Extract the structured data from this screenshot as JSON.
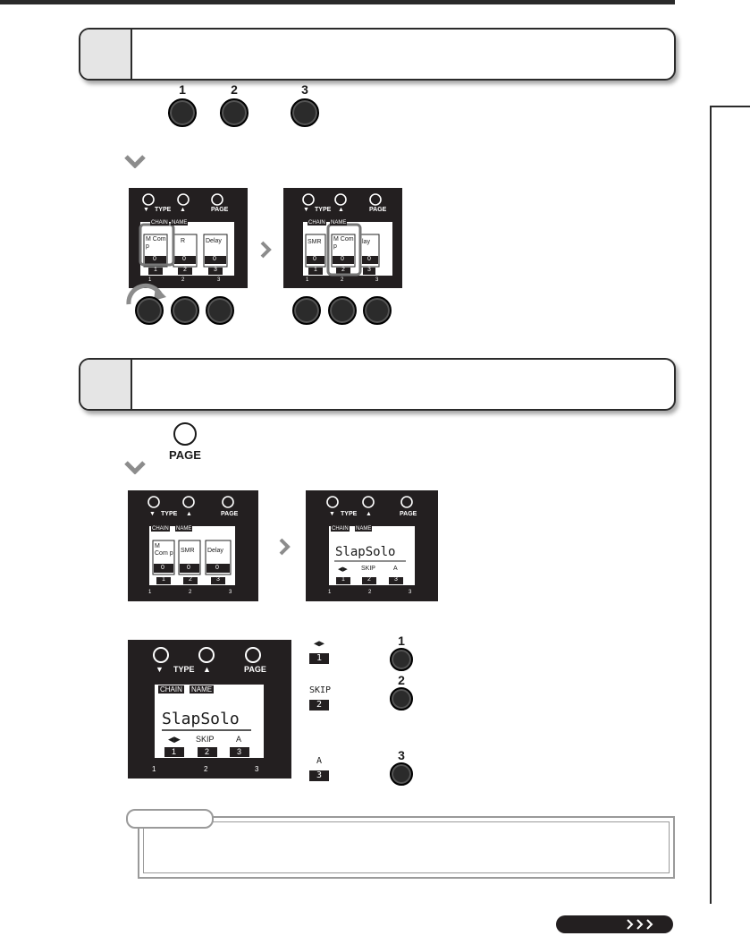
{
  "step1": {
    "knob_labels": [
      "1",
      "2",
      "3"
    ]
  },
  "display_small": {
    "labels": {
      "down": "▼",
      "type": "TYPE",
      "up": "▲",
      "page": "PAGE"
    },
    "tabs": {
      "chain": "CHAIN",
      "name": "NAME"
    },
    "foot_numbers": [
      "1",
      "2",
      "3"
    ]
  },
  "screen_a": {
    "effects": [
      "M Com p",
      "R",
      "Delay"
    ],
    "values": [
      "0",
      "0",
      "0"
    ],
    "slots": [
      "1",
      "2",
      "3"
    ]
  },
  "screen_b": {
    "effects": [
      "SMR",
      "M Com p",
      "lay"
    ],
    "values": [
      "0",
      "0",
      "0"
    ],
    "slots": [
      "1",
      "2",
      "3"
    ]
  },
  "step2": {
    "page_label": "PAGE"
  },
  "screen_c": {
    "effects": [
      "M Com p",
      "SMR",
      "Delay"
    ],
    "values": [
      "0",
      "0",
      "0"
    ],
    "slots": [
      "1",
      "2",
      "3"
    ]
  },
  "screen_d": {
    "patch_name": "SlapSolo",
    "functions": [
      "◀▶",
      "SKIP",
      "A"
    ],
    "slots": [
      "1",
      "2",
      "3"
    ]
  },
  "legend": {
    "rows": [
      {
        "icon_text": "◀▶",
        "block": "1",
        "knob": "1"
      },
      {
        "icon_text": "SKIP",
        "block": "2",
        "knob": "2"
      },
      {
        "icon_text": "A",
        "block": "3",
        "knob": "3"
      }
    ]
  },
  "colors": {
    "panel": "#231f20",
    "accent_gray": "#8c8c8c",
    "highlight": "#777777"
  },
  "icons": [
    "chevron-down-icon",
    "rotate-arrow-icon",
    "chevron-right-icon",
    "triple-chevron-right-icon"
  ]
}
